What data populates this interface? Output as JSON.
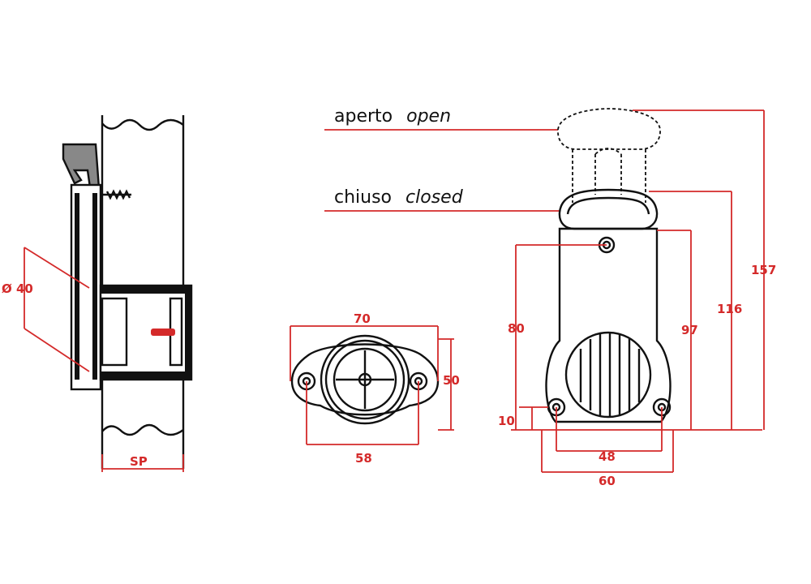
{
  "labels": {
    "open_it": "aperto",
    "open_en": "open",
    "closed_it": "chiuso",
    "closed_en": "closed"
  },
  "dimensions": {
    "side_diameter": "Ø 40",
    "side_thickness": "SP",
    "front_width": "70",
    "front_height": "50",
    "front_hole_spacing": "58",
    "back_height_80": "80",
    "back_height_97": "97",
    "back_height_116": "116",
    "back_height_157": "157",
    "back_offset_10": "10",
    "back_hole_spacing": "48",
    "back_width": "60"
  },
  "colors": {
    "dimension": "#d42a2a",
    "outline": "#111111"
  }
}
